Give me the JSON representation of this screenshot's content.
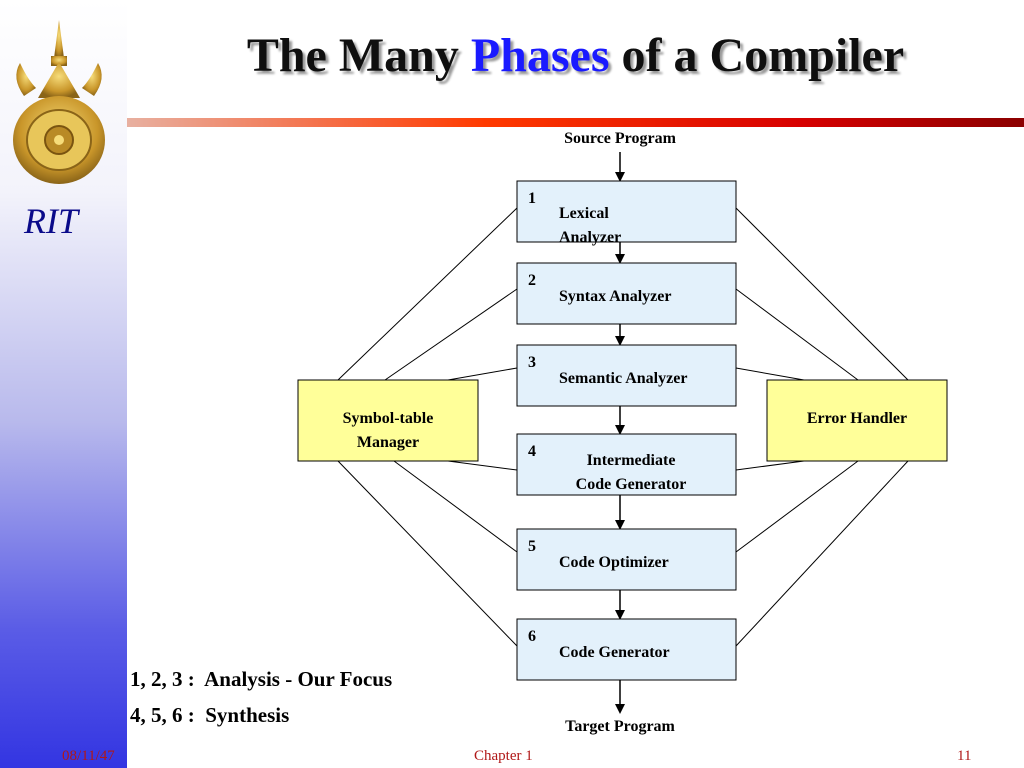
{
  "sidebar": {
    "org": "RIT"
  },
  "title": {
    "before": "The Many ",
    "accent": "Phases",
    "after": " of a Compiler"
  },
  "io": {
    "source": "Source Program",
    "target": "Target Program"
  },
  "phases": [
    {
      "num": "1",
      "lines": [
        "Lexical",
        "Analyzer"
      ]
    },
    {
      "num": "2",
      "lines": [
        "Syntax Analyzer"
      ]
    },
    {
      "num": "3",
      "lines": [
        "Semantic Analyzer"
      ]
    },
    {
      "num": "4",
      "lines": [
        "Intermediate",
        "Code Generator"
      ]
    },
    {
      "num": "5",
      "lines": [
        "Code Optimizer"
      ]
    },
    {
      "num": "6",
      "lines": [
        "Code Generator"
      ]
    }
  ],
  "side_boxes": {
    "symbol_table": [
      "Symbol-table",
      "Manager"
    ],
    "error_handler": [
      "Error Handler"
    ]
  },
  "legend": [
    {
      "nums": "1, 2, 3 :",
      "text": "Analysis - Our Focus"
    },
    {
      "nums": "4, 5, 6 :",
      "text": "Synthesis"
    }
  ],
  "footer": {
    "date": "08/11/47",
    "chapter": "Chapter 1",
    "page": "11"
  },
  "colors": {
    "phase_fill": "#e3f1fb",
    "side_fill": "#ffff99",
    "accent": "#1a1aff",
    "footer": "#b01818"
  }
}
